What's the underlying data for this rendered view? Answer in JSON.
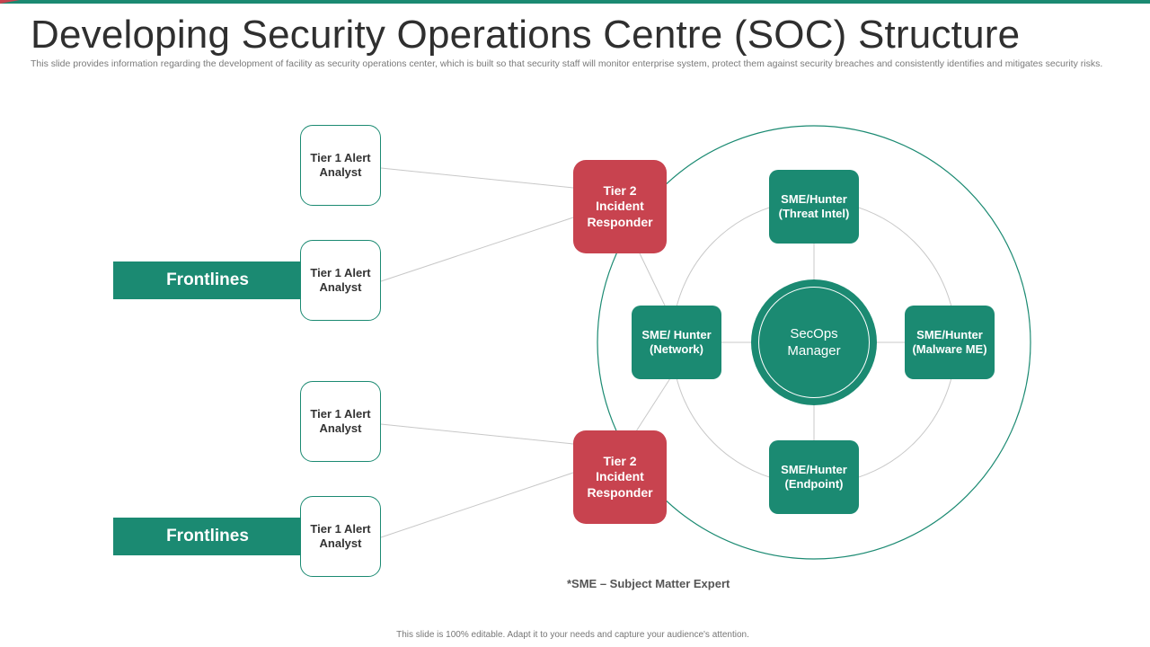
{
  "slide": {
    "title": "Developing Security Operations Centre (SOC) Structure",
    "subtitle": "This slide provides information regarding the development of facility as security operations center, which is built so that security staff will monitor enterprise system, protect them against security breaches and consistently identifies and mitigates security risks.",
    "footnote": "*SME – Subject Matter Expert",
    "footer": "This slide is 100% editable. Adapt it to your needs and capture your audience's attention."
  },
  "frontlines": [
    {
      "label": "Frontlines"
    },
    {
      "label": "Frontlines"
    }
  ],
  "tier1_analysts": [
    {
      "label": "Tier 1 Alert Analyst"
    },
    {
      "label": "Tier 1 Alert Analyst"
    },
    {
      "label": "Tier 1 Alert Analyst"
    },
    {
      "label": "Tier 1 Alert Analyst"
    }
  ],
  "tier2_responders": [
    {
      "label": "Tier 2 Incident Responder"
    },
    {
      "label": "Tier 2 Incident Responder"
    }
  ],
  "sme_hunters": {
    "threat_intel": "SME/Hunter (Threat Intel)",
    "network": "SME/ Hunter (Network)",
    "malware": "SME/Hunter (Malware ME)",
    "endpoint": "SME/Hunter (Endpoint)"
  },
  "manager": {
    "label": "SecOps Manager"
  },
  "colors": {
    "primary_green": "#1b8a72",
    "responder_red": "#c8434f",
    "connector_gray": "#c8c8c8"
  }
}
